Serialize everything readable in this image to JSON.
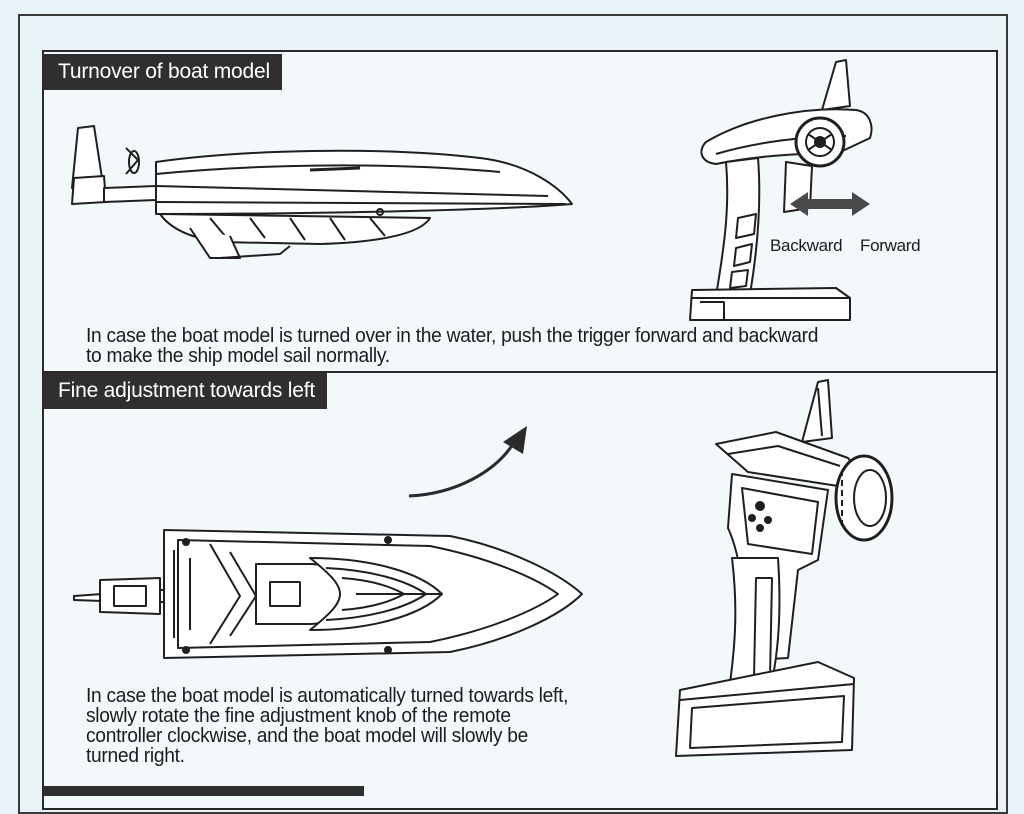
{
  "sections": [
    {
      "title": "Turnover of boat model",
      "description_lines": [
        "In case the boat model is turned over in the water, push the trigger forward and backward",
        "to make the ship model sail normally."
      ],
      "trigger_labels": {
        "backward": "Backward",
        "forward": "Forward"
      }
    },
    {
      "title": "Fine adjustment towards left",
      "description_lines": [
        "In case the boat model is automatically turned towards left,",
        "slowly rotate the fine adjustment knob of the remote",
        "controller clockwise, and the boat model will slowly be",
        "turned right."
      ]
    }
  ],
  "colors": {
    "ink": "#1c1c1c",
    "header_bg": "#2f2f2f",
    "header_text": "#ffffff",
    "paper": "#f3f9fb"
  },
  "icons": {
    "trigger_arrow": "double-headed-arrow-icon",
    "direction_arrow": "curved-arrow-icon"
  }
}
